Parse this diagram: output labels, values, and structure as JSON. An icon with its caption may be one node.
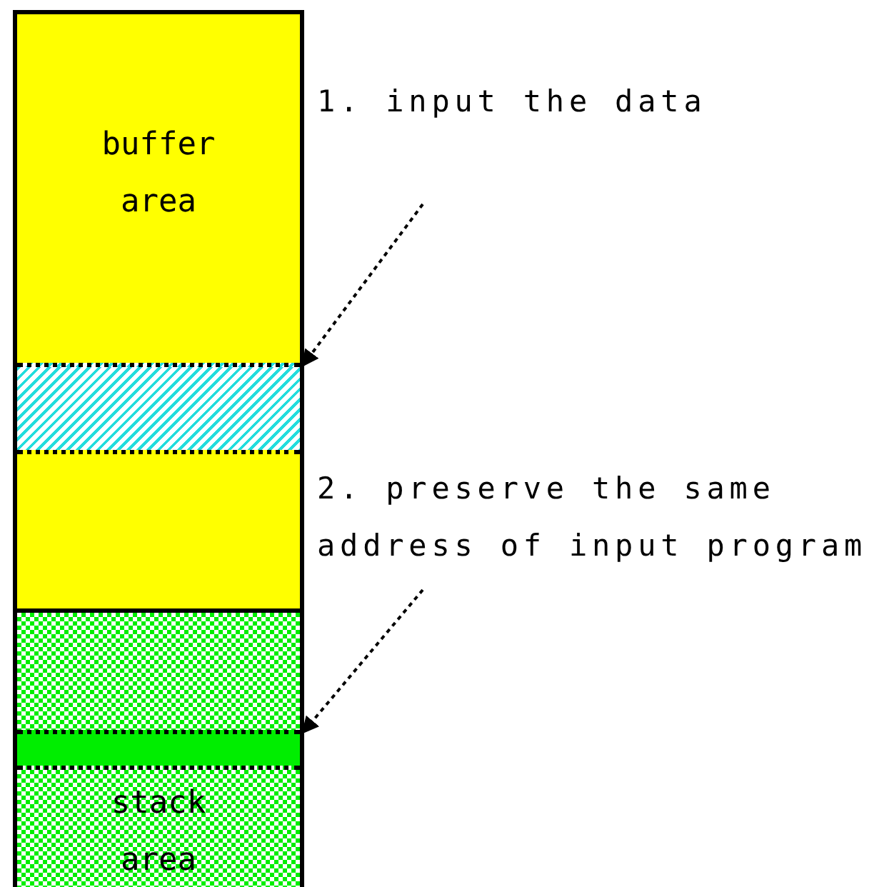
{
  "diagram": {
    "nodes": [
      {
        "text": [
          "buffer area"
        ]
      },
      {
        "text": [],
        "shape": "bar"
      },
      {
        "text": [],
        "shape": "bar"
      },
      {
        "text": [],
        "shape": "box"
      },
      {
        "text": [],
        "shape": "bar"
      },
      {
        "text": [
          "stack area"
        ]
      },
      {
        "text": [
          "1. input the data"
        ]
      },
      {
        "text": [
          "2. preserve the same address of input program"
        ]
      }
    ],
    "edges": [
      {
        "from": 6,
        "to": 1,
        "arrow": "to",
        "style": "dashed"
      },
      {
        "from": 7,
        "to": 4,
        "arrow": "to",
        "style": "dashed"
      }
    ]
  }
}
